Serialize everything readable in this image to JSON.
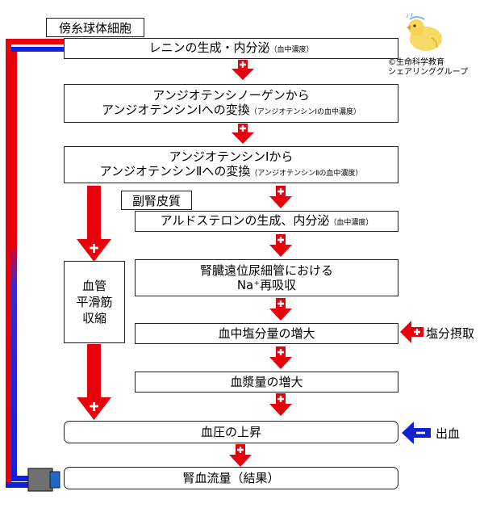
{
  "labels": {
    "juxtaglomerular": "傍糸球体細胞",
    "adrenal_cortex": "副腎皮質"
  },
  "boxes": {
    "renin": {
      "main": "レニンの生成・内分泌",
      "sub": "（血中濃度）"
    },
    "ang1_line1": "アンジオテンシノーゲンから",
    "ang1_line2": "アンジオテンシンⅠへの変換",
    "ang1_sub": "（アンジオテンシンⅠの血中濃度）",
    "ang2_line1": "アンジオテンシンⅠから",
    "ang2_line2": "アンジオテンシンⅡへの変換",
    "ang2_sub": "（アンジオテンシンⅡの血中濃度）",
    "aldosterone": {
      "main": "アルドステロンの生成、内分泌",
      "sub": "（血中濃度）"
    },
    "na_line1": "腎臓遠位尿細管における",
    "na_line2": "Na⁺再吸収",
    "salt_increase": "血中塩分量の増大",
    "plasma_increase": "血漿量の増大",
    "bp_rise": "血圧の上昇",
    "renal_flow": "腎血流量（結果）",
    "vessel_line1": "血管",
    "vessel_line2": "平滑筋",
    "vessel_line3": "収縮"
  },
  "inputs": {
    "salt_intake": "塩分摂取",
    "bleeding": "出血"
  },
  "credit": {
    "line1": "©生命科学教育",
    "line2": "シェアリンググループ"
  },
  "colors": {
    "stimulate_arrow": "#e8000b",
    "inhibit_arrow": "#1020d0",
    "feedback_red": "#e8000b",
    "feedback_blue": "#1020e0"
  },
  "icons": [
    "plus-icon",
    "minus-icon",
    "chick-mascot-icon",
    "vessel-constriction-icon"
  ]
}
